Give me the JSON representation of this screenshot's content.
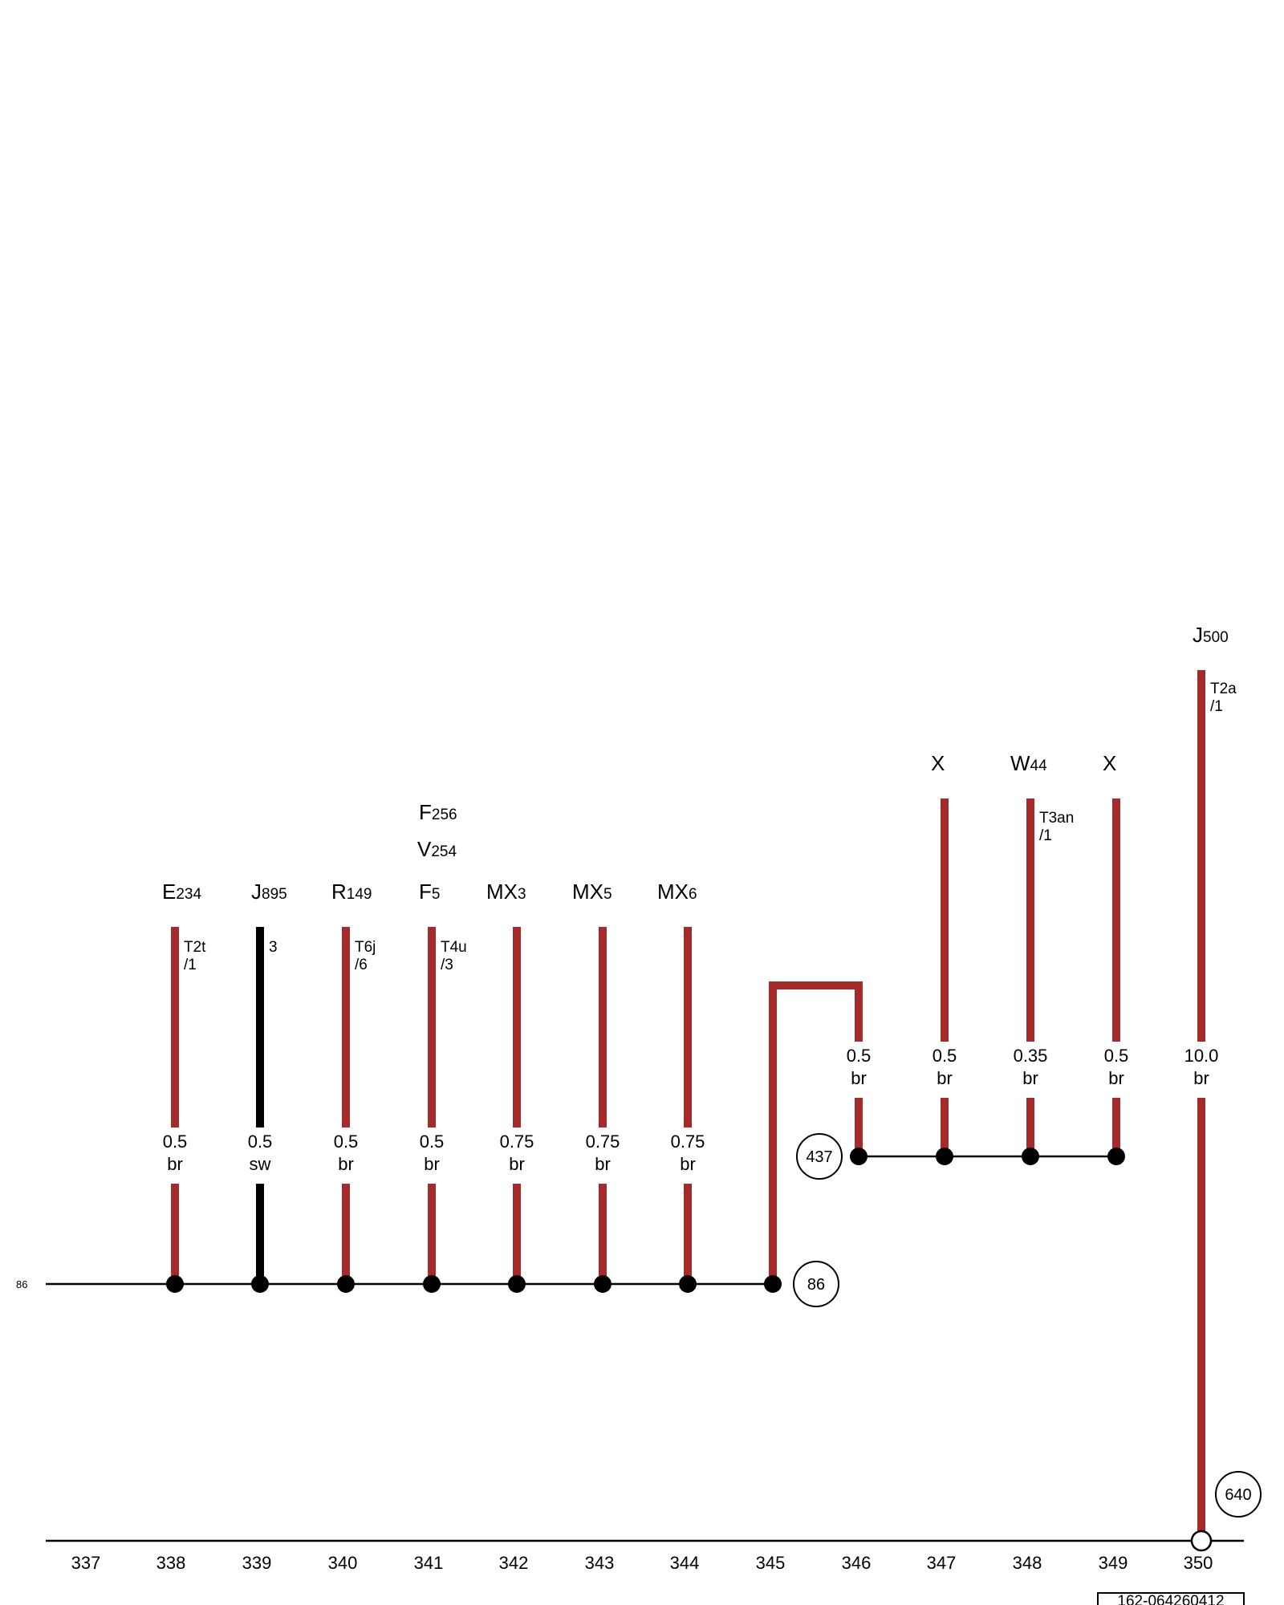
{
  "diagram": {
    "ground_label_left": "86",
    "reference_id": "162-064260412",
    "bus_points": [
      {
        "id": "bus-86",
        "label": "86"
      },
      {
        "id": "bus-437",
        "label": "437"
      },
      {
        "id": "bus-640",
        "label": "640"
      }
    ],
    "columns": [
      "337",
      "338",
      "339",
      "340",
      "341",
      "342",
      "343",
      "344",
      "345",
      "346",
      "347",
      "348",
      "349",
      "350"
    ],
    "components": [
      {
        "id": "e234",
        "main": "E",
        "sub": "234"
      },
      {
        "id": "j895",
        "main": "J",
        "sub": "895"
      },
      {
        "id": "r149",
        "main": "R",
        "sub": "149"
      },
      {
        "id": "f256",
        "main": "F",
        "sub": "256"
      },
      {
        "id": "v254",
        "main": "V",
        "sub": "254"
      },
      {
        "id": "f5",
        "main": "F",
        "sub": "5"
      },
      {
        "id": "mx3",
        "main": "MX",
        "sub": "3"
      },
      {
        "id": "mx5",
        "main": "MX",
        "sub": "5"
      },
      {
        "id": "mx6",
        "main": "MX",
        "sub": "6"
      },
      {
        "id": "x1",
        "main": "X",
        "sub": ""
      },
      {
        "id": "w44",
        "main": "W",
        "sub": "44"
      },
      {
        "id": "x2",
        "main": "X",
        "sub": ""
      },
      {
        "id": "j500",
        "main": "J",
        "sub": "500"
      }
    ],
    "pins": [
      {
        "id": "e234",
        "l1": "T2t",
        "l2": "/1"
      },
      {
        "id": "j895",
        "l1": "3",
        "l2": ""
      },
      {
        "id": "r149",
        "l1": "T6j",
        "l2": "/6"
      },
      {
        "id": "f5",
        "l1": "T4u",
        "l2": "/3"
      },
      {
        "id": "w44",
        "l1": "T3an",
        "l2": "/1"
      },
      {
        "id": "j500",
        "l1": "T2a",
        "l2": "/1"
      }
    ],
    "wires": [
      {
        "id": "e234",
        "size": "0.5",
        "color": "br"
      },
      {
        "id": "j895",
        "size": "0.5",
        "color": "sw"
      },
      {
        "id": "r149",
        "size": "0.5",
        "color": "br"
      },
      {
        "id": "f5",
        "size": "0.5",
        "color": "br"
      },
      {
        "id": "mx3",
        "size": "0.75",
        "color": "br"
      },
      {
        "id": "mx5",
        "size": "0.75",
        "color": "br"
      },
      {
        "id": "mx6",
        "size": "0.75",
        "color": "br"
      },
      {
        "id": "bridge",
        "size": "0.5",
        "color": "br"
      },
      {
        "id": "x1",
        "size": "0.5",
        "color": "br"
      },
      {
        "id": "w44",
        "size": "0.35",
        "color": "br"
      },
      {
        "id": "x2",
        "size": "0.5",
        "color": "br"
      },
      {
        "id": "j500",
        "size": "10.0",
        "color": "br"
      }
    ],
    "colors": {
      "wire_brown": "#a52a2a",
      "wire_black": "#000000",
      "bus_line": "#000000"
    }
  }
}
